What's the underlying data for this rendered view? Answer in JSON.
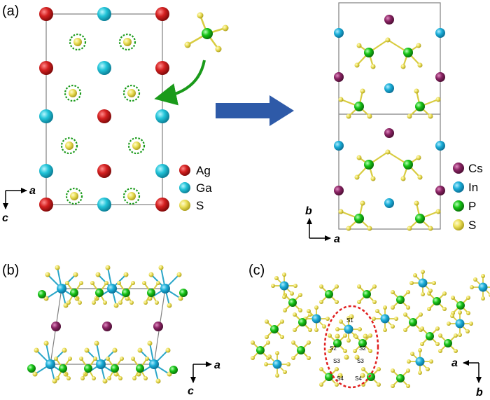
{
  "panels": {
    "a": {
      "label": "(a)"
    },
    "b": {
      "label": "(b)"
    },
    "c": {
      "label": "(c)"
    }
  },
  "legend_left": {
    "items": [
      {
        "element": "Ag",
        "color": "#d42020"
      },
      {
        "element": "Ga",
        "color": "#22c4d8"
      },
      {
        "element": "S",
        "color": "#e8dc50"
      }
    ]
  },
  "legend_right": {
    "items": [
      {
        "element": "Cs",
        "color": "#8a2464"
      },
      {
        "element": "In",
        "color": "#1aaed8"
      },
      {
        "element": "P",
        "color": "#16c416"
      },
      {
        "element": "S",
        "color": "#ece05a"
      }
    ]
  },
  "axes": {
    "a_left": {
      "h": "a",
      "v": "c"
    },
    "a_right": {
      "h": "a",
      "v": "b"
    },
    "b": {
      "h": "a",
      "v": "c"
    },
    "c": {
      "h": "a",
      "v": "b"
    }
  },
  "sulfur_sites": {
    "labels": [
      "S1",
      "S2",
      "S2",
      "S3",
      "S3",
      "S4",
      "S4"
    ]
  },
  "colors": {
    "arrow_green": "#1a9a1a",
    "arrow_blue": "#2e5aa8",
    "dashed_green": "#1a9a1a",
    "dashed_red": "#e02020",
    "cell_line": "#808080"
  }
}
